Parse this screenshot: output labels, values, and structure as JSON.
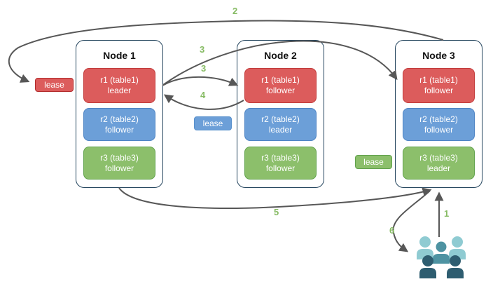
{
  "nodes": [
    {
      "title": "Node 1",
      "replicas": [
        {
          "line1": "r1 (table1)",
          "line2": "leader",
          "color": "red"
        },
        {
          "line1": "r2 (table2)",
          "line2": "follower",
          "color": "blue"
        },
        {
          "line1": "r3 (table3)",
          "line2": "follower",
          "color": "green"
        }
      ]
    },
    {
      "title": "Node 2",
      "replicas": [
        {
          "line1": "r1 (table1)",
          "line2": "follower",
          "color": "red"
        },
        {
          "line1": "r2 (table2)",
          "line2": "leader",
          "color": "blue"
        },
        {
          "line1": "r3 (table3)",
          "line2": "follower",
          "color": "green"
        }
      ]
    },
    {
      "title": "Node 3",
      "replicas": [
        {
          "line1": "r1 (table1)",
          "line2": "follower",
          "color": "red"
        },
        {
          "line1": "r2 (table2)",
          "line2": "follower",
          "color": "blue"
        },
        {
          "line1": "r3 (table3)",
          "line2": "leader",
          "color": "green"
        }
      ]
    }
  ],
  "leases": {
    "red": {
      "label": "lease"
    },
    "blue": {
      "label": "lease"
    },
    "green": {
      "label": "lease"
    }
  },
  "steps": {
    "s1": "1",
    "s2": "2",
    "s3a": "3",
    "s3b": "3",
    "s4": "4",
    "s5": "5",
    "s6": "6"
  },
  "icons": {
    "users": "users-group-icon"
  },
  "colors": {
    "red_fill": "#DC5C5C",
    "red_border": "#C23B3B",
    "blue_fill": "#6C9FD8",
    "blue_border": "#4E84C4",
    "green_fill": "#8CBF6B",
    "green_border": "#61A24C",
    "node_border": "#23445D",
    "arrow": "#575757",
    "step_label": "#86BB63",
    "users_light": "#8FCBD2",
    "users_medium": "#4E93A2",
    "users_dark": "#2E5D70"
  }
}
